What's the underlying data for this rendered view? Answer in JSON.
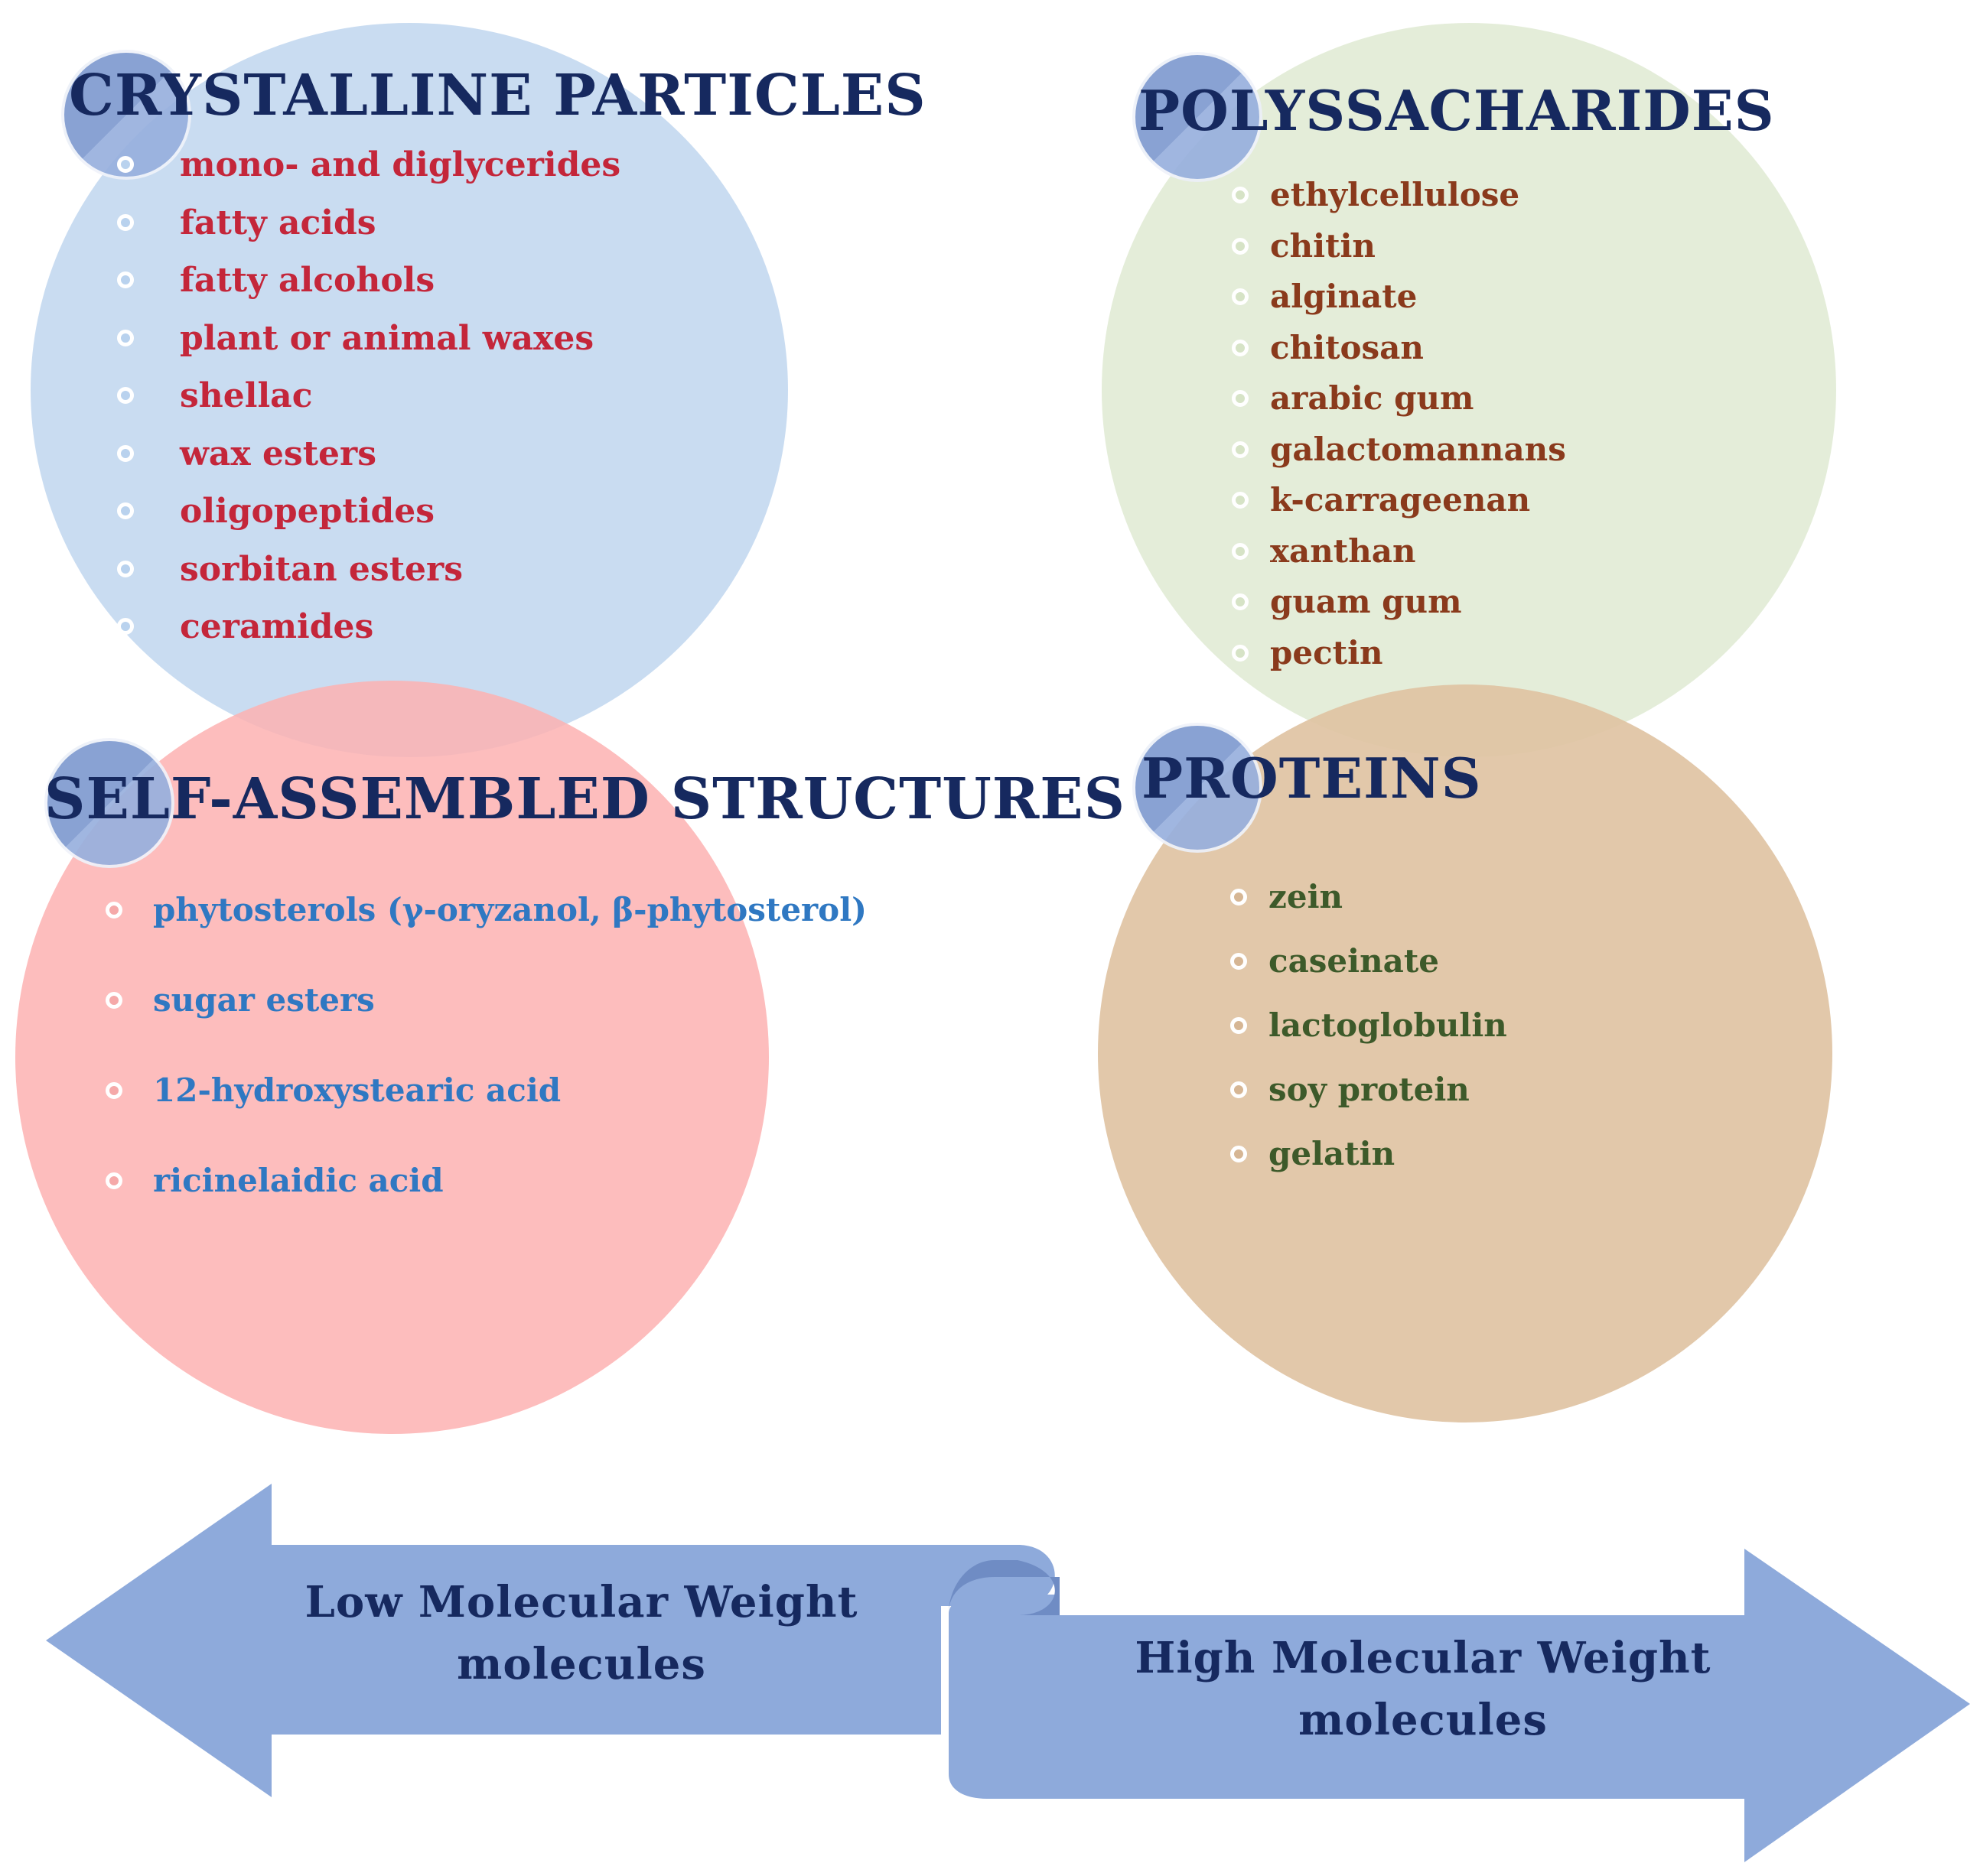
{
  "groups": [
    {
      "id": "crystalline",
      "title": "CRYSTALLINE PARTICLES",
      "item_color": "#c4263a",
      "fill": "#c9dcef",
      "items": [
        "mono- and diglycerides",
        "fatty acids",
        "fatty alcohols",
        "plant or animal waxes",
        "shellac",
        "wax esters",
        "oligopeptides",
        "sorbitan esters",
        "ceramides"
      ]
    },
    {
      "id": "polysaccharides",
      "title": "POLYSSACHARIDES",
      "item_color": "#8a3a1c",
      "fill": "#e3ecd6",
      "items": [
        "ethylcellulose",
        "chitin",
        "alginate",
        "chitosan",
        "arabic gum",
        "galactomannans",
        "k-carrageenan",
        "xanthan",
        "guam gum",
        "pectin"
      ]
    },
    {
      "id": "self-assembled",
      "title": "SELF-ASSEMBLED STRUCTURES",
      "item_color": "#2f78c2",
      "fill": "#fdbdbd",
      "items": [
        "phytosterols (γ-oryzanol, β-phytosterol)",
        "sugar esters",
        "12-hydroxystearic acid",
        "ricinelaidic acid"
      ]
    },
    {
      "id": "proteins",
      "title": "PROTEINS",
      "item_color": "#3d5a2a",
      "fill": "#e3c8ab",
      "items": [
        "zein",
        "caseinate",
        "lactoglobulin",
        "soy protein",
        "gelatin"
      ]
    }
  ],
  "arrows": {
    "color": "#8eaadb",
    "left_label_line1": "Low Molecular Weight",
    "left_label_line2": "molecules",
    "right_label_line1": "High Molecular Weight",
    "right_label_line2": "molecules"
  }
}
